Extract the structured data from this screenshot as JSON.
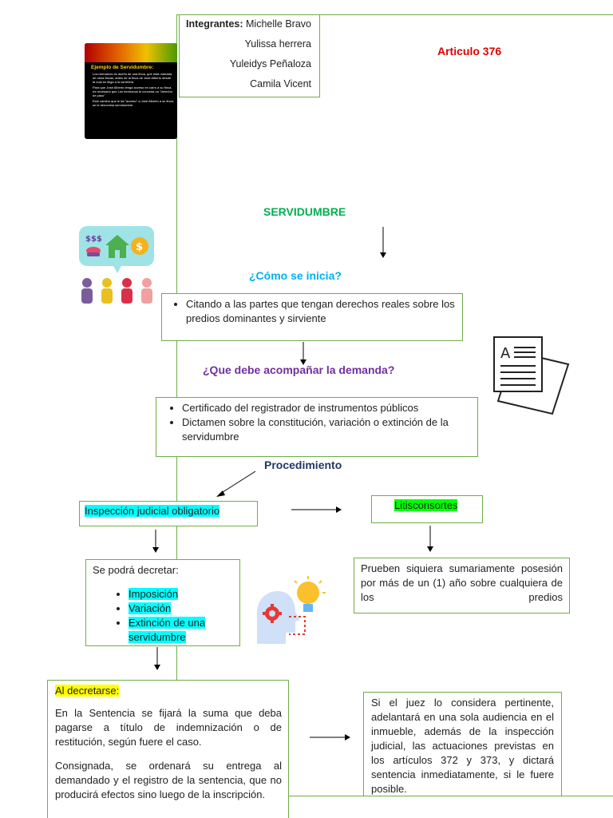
{
  "members": {
    "label": "Integrantes:",
    "names": [
      "Michelle Bravo",
      "Yulissa herrera",
      "Yuleidys Peñaloza",
      "Camila Vicent"
    ]
  },
  "article": "Articulo 376",
  "slide": {
    "title": "Ejemplo de Servidumbre:",
    "bullets": [
      "Los hermanos es dueño de una finca, que está rodeada de otras fincas, antes de la finca de José Alberto desde la cual se llega a la carretera.",
      "Para que José Alberto tenga acceso en carro a su finca, es necesario que Los hermanos le conceda un \"derecho de paso\"",
      "Este camino que le da \"acceso\" a José Alberto a su finca, se le denomina servidumbre."
    ]
  },
  "servidumbre_title": "SERVIDUMBRE",
  "como_inicia": {
    "title": "¿Cómo se inicia?",
    "item": "Citando a las partes que tengan derechos reales sobre los predios dominantes y sirviente"
  },
  "demanda": {
    "title": "¿Que debe acompañar la demanda?",
    "items": [
      "Certificado del registrador de instrumentos públicos",
      "Dictamen sobre la constitución, variación o extinción de la servidumbre"
    ]
  },
  "procedimiento": "Procedimiento",
  "inspeccion": "Inspección judicial obligatorio",
  "litis": "Litisconsortes",
  "podra": {
    "label": "Se podrá decretar:",
    "items": [
      "Imposición",
      "Variación",
      "Extinción de una servidumbre"
    ]
  },
  "prueben": "Prueben siquiera sumariamente posesión por más de un (1) año sobre cualquiera de los predios",
  "decretarse": {
    "label": "Al decretarse:",
    "p1": "En la Sentencia se fijará la suma que deba pagarse a título de indemnización o de restitución, según fuere el caso.",
    "p2": "Consignada, se ordenará su entrega al demandado y el registro de la sentencia, que no producirá efectos sino luego de la inscripción."
  },
  "juez": "Si el juez lo considera pertinente, adelantará en una sola audiencia en el inmueble, además de la inspección judicial, las actuaciones previstas en los artículos 372 y 373, y dictará sentencia inmediatamente, si le fuere posible.",
  "colors": {
    "green": "#70ad47",
    "red": "#e00000",
    "servidumbre": "#00b050",
    "blue": "#00b0f0",
    "purple": "#7030a0",
    "navy": "#1f3864"
  },
  "icons": [
    "finance-people-icon",
    "document-icon",
    "idea-head-icon"
  ]
}
